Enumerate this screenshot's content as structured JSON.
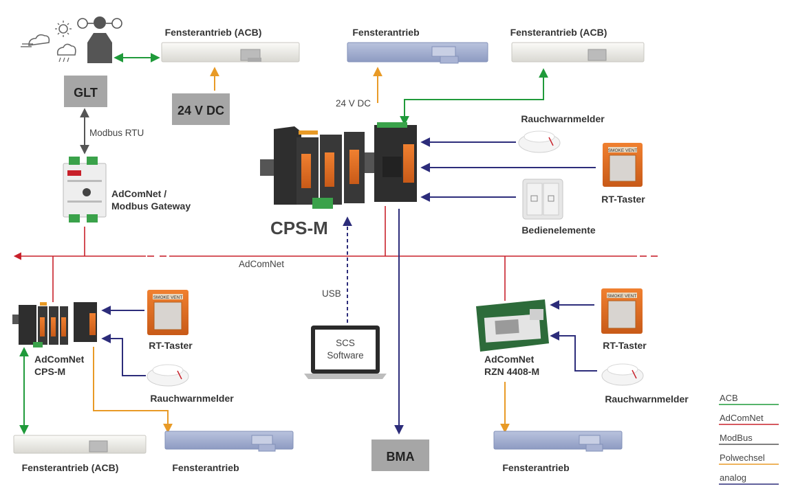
{
  "colors": {
    "acb": "#1f9a3a",
    "adcomnet": "#c8202a",
    "modbus": "#555555",
    "polwechsel": "#e89a26",
    "analog": "#2c2c7a",
    "box_gray": "#a6a6a6",
    "module_orange": "#e07020"
  },
  "labels": {
    "glt": "GLT",
    "fenster_acb_top": "Fensterantrieb (ACB)",
    "fenster_top": "Fensterantrieb",
    "fenster_acb_top_right": "Fensterantrieb (ACB)",
    "v24_box": "24 V DC",
    "v24_text": "24 V DC",
    "modbus_rtu": "Modbus RTU",
    "gateway_line1": "AdComNet /",
    "gateway_line2": "Modbus Gateway",
    "cpsm_main": "CPS-M",
    "rauch_top": "Rauchwarnmelder",
    "rt_taster_top": "RT-Taster",
    "bedien": "Bedienelemente",
    "adcomnet_bus": "AdComNet",
    "usb": "USB",
    "scs_line1": "SCS",
    "scs_line2": "Software",
    "bma": "BMA",
    "cpsm_small_line1": "AdComNet",
    "cpsm_small_line2": "CPS-M",
    "rt_taster_left": "RT-Taster",
    "rauch_left": "Rauchwarnmelder",
    "fenster_acb_bottom": "Fensterantrieb (ACB)",
    "fenster_bottom_mid": "Fensterantrieb",
    "rzn_line1": "AdComNet",
    "rzn_line2": "RZN 4408-M",
    "rt_taster_right": "RT-Taster",
    "rauch_right": "Rauchwarnmelder",
    "fenster_bottom_right": "Fensterantrieb",
    "smoke_vent": "SMOKE VENT"
  },
  "legend": [
    {
      "label": "ACB",
      "color": "#1f9a3a"
    },
    {
      "label": "AdComNet",
      "color": "#c8202a"
    },
    {
      "label": "ModBus",
      "color": "#555555"
    },
    {
      "label": "Polwechsel",
      "color": "#e89a26"
    },
    {
      "label": "analog",
      "color": "#2c2c7a"
    }
  ],
  "icons": {
    "weather": [
      "wind-cloud-icon",
      "sun-icon",
      "rain-cloud-icon",
      "person-network-icon"
    ]
  }
}
